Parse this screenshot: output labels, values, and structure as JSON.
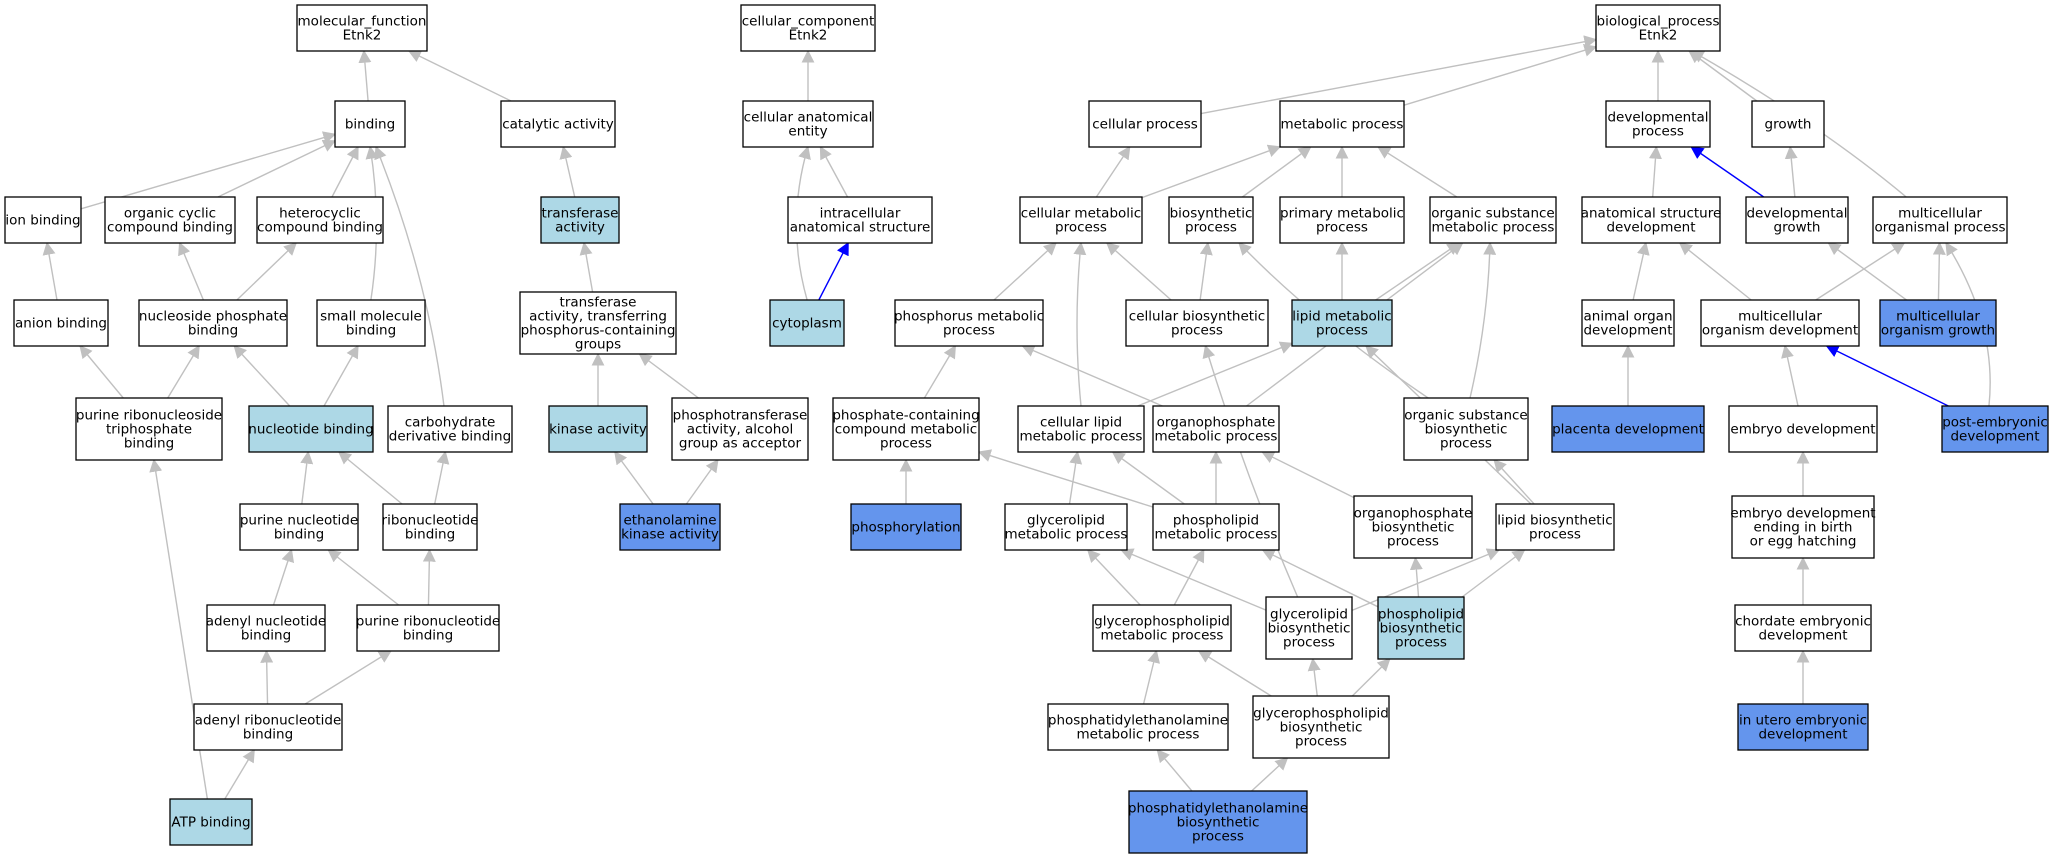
{
  "colors": {
    "plain": "#ffffff",
    "light": "#add8e6",
    "dark": "#6495ed",
    "edge_gray": "#c0c0c0",
    "edge_blue": "#0000ff",
    "stroke": "#000000"
  },
  "nodes": [
    {
      "id": "mf",
      "lines": [
        "molecular_function",
        "Etnk2"
      ],
      "fill": "plain"
    },
    {
      "id": "cc",
      "lines": [
        "cellular_component",
        "Etnk2"
      ],
      "fill": "plain"
    },
    {
      "id": "bp",
      "lines": [
        "biological_process",
        "Etnk2"
      ],
      "fill": "plain"
    },
    {
      "id": "binding",
      "lines": [
        "binding"
      ],
      "fill": "plain"
    },
    {
      "id": "catalytic",
      "lines": [
        "catalytic activity"
      ],
      "fill": "plain"
    },
    {
      "id": "cae",
      "lines": [
        "cellular anatomical",
        "entity"
      ],
      "fill": "plain"
    },
    {
      "id": "cellproc",
      "lines": [
        "cellular process"
      ],
      "fill": "plain"
    },
    {
      "id": "metproc",
      "lines": [
        "metabolic process"
      ],
      "fill": "plain"
    },
    {
      "id": "devproc",
      "lines": [
        "developmental",
        "process"
      ],
      "fill": "plain"
    },
    {
      "id": "growth",
      "lines": [
        "growth"
      ],
      "fill": "plain"
    },
    {
      "id": "ionbind",
      "lines": [
        "ion binding"
      ],
      "fill": "plain"
    },
    {
      "id": "orgcyc",
      "lines": [
        "organic cyclic",
        "compound binding"
      ],
      "fill": "plain"
    },
    {
      "id": "hetcyc",
      "lines": [
        "heterocyclic",
        "compound binding"
      ],
      "fill": "plain"
    },
    {
      "id": "transferase",
      "lines": [
        "transferase",
        "activity"
      ],
      "fill": "light"
    },
    {
      "id": "ias",
      "lines": [
        "intracellular",
        "anatomical structure"
      ],
      "fill": "plain"
    },
    {
      "id": "cmp",
      "lines": [
        "cellular metabolic",
        "process"
      ],
      "fill": "plain"
    },
    {
      "id": "biosyn",
      "lines": [
        "biosynthetic",
        "process"
      ],
      "fill": "plain"
    },
    {
      "id": "pmp",
      "lines": [
        "primary metabolic",
        "process"
      ],
      "fill": "plain"
    },
    {
      "id": "osmp",
      "lines": [
        "organic substance",
        "metabolic process"
      ],
      "fill": "plain"
    },
    {
      "id": "asd",
      "lines": [
        "anatomical structure",
        "development"
      ],
      "fill": "plain"
    },
    {
      "id": "devgrowth",
      "lines": [
        "developmental",
        "growth"
      ],
      "fill": "plain"
    },
    {
      "id": "mop",
      "lines": [
        "multicellular",
        "organismal process"
      ],
      "fill": "plain"
    },
    {
      "id": "anionbind",
      "lines": [
        "anion binding"
      ],
      "fill": "plain"
    },
    {
      "id": "nucphos",
      "lines": [
        "nucleoside phosphate",
        "binding"
      ],
      "fill": "plain"
    },
    {
      "id": "smallmol",
      "lines": [
        "small molecule",
        "binding"
      ],
      "fill": "plain"
    },
    {
      "id": "transphos",
      "lines": [
        "transferase",
        "activity, transferring",
        "phosphorus-containing",
        "groups"
      ],
      "fill": "plain"
    },
    {
      "id": "cytoplasm",
      "lines": [
        "cytoplasm"
      ],
      "fill": "light"
    },
    {
      "id": "phosmet",
      "lines": [
        "phosphorus metabolic",
        "process"
      ],
      "fill": "plain"
    },
    {
      "id": "cbp",
      "lines": [
        "cellular biosynthetic",
        "process"
      ],
      "fill": "plain"
    },
    {
      "id": "lipmet",
      "lines": [
        "lipid metabolic",
        "process"
      ],
      "fill": "light"
    },
    {
      "id": "aod",
      "lines": [
        "animal organ",
        "development"
      ],
      "fill": "plain"
    },
    {
      "id": "mod",
      "lines": [
        "multicellular",
        "organism development"
      ],
      "fill": "plain"
    },
    {
      "id": "mog",
      "lines": [
        "multicellular",
        "organism growth"
      ],
      "fill": "dark"
    },
    {
      "id": "prtb",
      "lines": [
        "purine ribonucleoside",
        "triphosphate",
        "binding"
      ],
      "fill": "plain"
    },
    {
      "id": "nucbind",
      "lines": [
        "nucleotide binding"
      ],
      "fill": "light"
    },
    {
      "id": "carbo",
      "lines": [
        "carbohydrate",
        "derivative binding"
      ],
      "fill": "plain"
    },
    {
      "id": "kinase",
      "lines": [
        "kinase activity"
      ],
      "fill": "light"
    },
    {
      "id": "phosphotrans",
      "lines": [
        "phosphotransferase",
        "activity, alcohol",
        "group as acceptor"
      ],
      "fill": "plain"
    },
    {
      "id": "pcmp",
      "lines": [
        "phosphate-containing",
        "compound metabolic",
        "process"
      ],
      "fill": "plain"
    },
    {
      "id": "clmp",
      "lines": [
        "cellular lipid",
        "metabolic process"
      ],
      "fill": "plain"
    },
    {
      "id": "orgphosmet",
      "lines": [
        "organophosphate",
        "metabolic process"
      ],
      "fill": "plain"
    },
    {
      "id": "osbp",
      "lines": [
        "organic substance",
        "biosynthetic",
        "process"
      ],
      "fill": "plain"
    },
    {
      "id": "placenta",
      "lines": [
        "placenta development"
      ],
      "fill": "dark"
    },
    {
      "id": "embryo",
      "lines": [
        "embryo development"
      ],
      "fill": "plain"
    },
    {
      "id": "postemb",
      "lines": [
        "post-embryonic",
        "development"
      ],
      "fill": "dark"
    },
    {
      "id": "purnuc",
      "lines": [
        "purine nucleotide",
        "binding"
      ],
      "fill": "plain"
    },
    {
      "id": "ribonuc",
      "lines": [
        "ribonucleotide",
        "binding"
      ],
      "fill": "plain"
    },
    {
      "id": "ethkin",
      "lines": [
        "ethanolamine",
        "kinase activity"
      ],
      "fill": "dark"
    },
    {
      "id": "phosphorylation",
      "lines": [
        "phosphorylation"
      ],
      "fill": "dark"
    },
    {
      "id": "glmp",
      "lines": [
        "glycerolipid",
        "metabolic process"
      ],
      "fill": "plain"
    },
    {
      "id": "plmp",
      "lines": [
        "phospholipid",
        "metabolic process"
      ],
      "fill": "plain"
    },
    {
      "id": "orgphosbio",
      "lines": [
        "organophosphate",
        "biosynthetic",
        "process"
      ],
      "fill": "plain"
    },
    {
      "id": "lbp",
      "lines": [
        "lipid biosynthetic",
        "process"
      ],
      "fill": "plain"
    },
    {
      "id": "edeb",
      "lines": [
        "embryo development",
        "ending in birth",
        "or egg hatching"
      ],
      "fill": "plain"
    },
    {
      "id": "adenyl",
      "lines": [
        "adenyl nucleotide",
        "binding"
      ],
      "fill": "plain"
    },
    {
      "id": "prnb",
      "lines": [
        "purine ribonucleotide",
        "binding"
      ],
      "fill": "plain"
    },
    {
      "id": "gplmp",
      "lines": [
        "glycerophospholipid",
        "metabolic process"
      ],
      "fill": "plain"
    },
    {
      "id": "glbp",
      "lines": [
        "glycerolipid",
        "biosynthetic",
        "process"
      ],
      "fill": "plain"
    },
    {
      "id": "plbp",
      "lines": [
        "phospholipid",
        "biosynthetic",
        "process"
      ],
      "fill": "light"
    },
    {
      "id": "ced",
      "lines": [
        "chordate embryonic",
        "development"
      ],
      "fill": "plain"
    },
    {
      "id": "adenylribo",
      "lines": [
        "adenyl ribonucleotide",
        "binding"
      ],
      "fill": "plain"
    },
    {
      "id": "pemp",
      "lines": [
        "phosphatidylethanolamine",
        "metabolic process"
      ],
      "fill": "plain"
    },
    {
      "id": "gplbp",
      "lines": [
        "glycerophospholipid",
        "biosynthetic",
        "process"
      ],
      "fill": "plain"
    },
    {
      "id": "inutero",
      "lines": [
        "in utero embryonic",
        "development"
      ],
      "fill": "dark"
    },
    {
      "id": "atp",
      "lines": [
        "ATP binding"
      ],
      "fill": "light"
    },
    {
      "id": "pebp",
      "lines": [
        "phosphatidylethanolamine",
        "biosynthetic",
        "process"
      ],
      "fill": "dark"
    }
  ],
  "edges": [
    {
      "from": "binding",
      "to": "mf"
    },
    {
      "from": "catalytic",
      "to": "mf"
    },
    {
      "from": "cae",
      "to": "cc"
    },
    {
      "from": "cellproc",
      "to": "bp"
    },
    {
      "from": "metproc",
      "to": "bp"
    },
    {
      "from": "devproc",
      "to": "bp"
    },
    {
      "from": "growth",
      "to": "bp"
    },
    {
      "from": "mop",
      "to": "bp"
    },
    {
      "from": "ionbind",
      "to": "binding"
    },
    {
      "from": "orgcyc",
      "to": "binding"
    },
    {
      "from": "hetcyc",
      "to": "binding"
    },
    {
      "from": "smallmol",
      "to": "binding"
    },
    {
      "from": "carbo",
      "to": "binding"
    },
    {
      "from": "transferase",
      "to": "catalytic"
    },
    {
      "from": "ias",
      "to": "cae"
    },
    {
      "from": "cytoplasm",
      "to": "cae"
    },
    {
      "from": "cytoplasm",
      "to": "ias",
      "color": "blue"
    },
    {
      "from": "cmp",
      "to": "cellproc"
    },
    {
      "from": "cmp",
      "to": "metproc"
    },
    {
      "from": "biosyn",
      "to": "metproc"
    },
    {
      "from": "pmp",
      "to": "metproc"
    },
    {
      "from": "osmp",
      "to": "metproc"
    },
    {
      "from": "asd",
      "to": "devproc"
    },
    {
      "from": "devgrowth",
      "to": "devproc",
      "color": "blue"
    },
    {
      "from": "devgrowth",
      "to": "growth"
    },
    {
      "from": "anionbind",
      "to": "ionbind"
    },
    {
      "from": "nucphos",
      "to": "orgcyc"
    },
    {
      "from": "nucphos",
      "to": "hetcyc"
    },
    {
      "from": "transphos",
      "to": "transferase"
    },
    {
      "from": "phosmet",
      "to": "cmp"
    },
    {
      "from": "cbp",
      "to": "cmp"
    },
    {
      "from": "cbp",
      "to": "biosyn"
    },
    {
      "from": "clmp",
      "to": "cmp"
    },
    {
      "from": "lipmet",
      "to": "pmp"
    },
    {
      "from": "lipmet",
      "to": "osmp"
    },
    {
      "from": "orgphosmet",
      "to": "osmp"
    },
    {
      "from": "osbp",
      "to": "osmp"
    },
    {
      "from": "osbp",
      "to": "biosyn"
    },
    {
      "from": "aod",
      "to": "asd"
    },
    {
      "from": "mod",
      "to": "asd"
    },
    {
      "from": "mod",
      "to": "mop"
    },
    {
      "from": "mog",
      "to": "devgrowth"
    },
    {
      "from": "mog",
      "to": "mop"
    },
    {
      "from": "postemb",
      "to": "mop"
    },
    {
      "from": "postemb",
      "to": "mod",
      "color": "blue"
    },
    {
      "from": "prtb",
      "to": "anionbind"
    },
    {
      "from": "prtb",
      "to": "nucphos"
    },
    {
      "from": "nucbind",
      "to": "nucphos"
    },
    {
      "from": "nucbind",
      "to": "smallmol"
    },
    {
      "from": "kinase",
      "to": "transphos"
    },
    {
      "from": "phosphotrans",
      "to": "transphos"
    },
    {
      "from": "pcmp",
      "to": "phosmet"
    },
    {
      "from": "orgphosmet",
      "to": "phosmet"
    },
    {
      "from": "clmp",
      "to": "lipmet"
    },
    {
      "from": "lbp",
      "to": "lipmet"
    },
    {
      "from": "placenta",
      "to": "aod"
    },
    {
      "from": "embryo",
      "to": "mod"
    },
    {
      "from": "purnuc",
      "to": "nucbind"
    },
    {
      "from": "ribonuc",
      "to": "nucbind"
    },
    {
      "from": "ribonuc",
      "to": "carbo"
    },
    {
      "from": "ethkin",
      "to": "kinase"
    },
    {
      "from": "ethkin",
      "to": "phosphotrans"
    },
    {
      "from": "phosphorylation",
      "to": "pcmp"
    },
    {
      "from": "glmp",
      "to": "clmp"
    },
    {
      "from": "plmp",
      "to": "clmp"
    },
    {
      "from": "plmp",
      "to": "orgphosmet"
    },
    {
      "from": "plmp",
      "to": "pcmp"
    },
    {
      "from": "orgphosbio",
      "to": "orgphosmet"
    },
    {
      "from": "lbp",
      "to": "osbp"
    },
    {
      "from": "edeb",
      "to": "embryo"
    },
    {
      "from": "adenyl",
      "to": "purnuc"
    },
    {
      "from": "prnb",
      "to": "purnuc"
    },
    {
      "from": "prnb",
      "to": "ribonuc"
    },
    {
      "from": "gplmp",
      "to": "glmp"
    },
    {
      "from": "gplmp",
      "to": "plmp"
    },
    {
      "from": "glbp",
      "to": "glmp"
    },
    {
      "from": "glbp",
      "to": "lbp"
    },
    {
      "from": "glbp",
      "to": "cbp"
    },
    {
      "from": "plbp",
      "to": "plmp"
    },
    {
      "from": "plbp",
      "to": "orgphosbio"
    },
    {
      "from": "plbp",
      "to": "lbp"
    },
    {
      "from": "ced",
      "to": "edeb"
    },
    {
      "from": "adenylribo",
      "to": "adenyl"
    },
    {
      "from": "adenylribo",
      "to": "prnb"
    },
    {
      "from": "pemp",
      "to": "gplmp"
    },
    {
      "from": "gplbp",
      "to": "gplmp"
    },
    {
      "from": "gplbp",
      "to": "glbp"
    },
    {
      "from": "gplbp",
      "to": "plbp"
    },
    {
      "from": "inutero",
      "to": "ced"
    },
    {
      "from": "atp",
      "to": "adenylribo"
    },
    {
      "from": "atp",
      "to": "prtb"
    },
    {
      "from": "pebp",
      "to": "pemp"
    },
    {
      "from": "pebp",
      "to": "gplbp"
    }
  ]
}
